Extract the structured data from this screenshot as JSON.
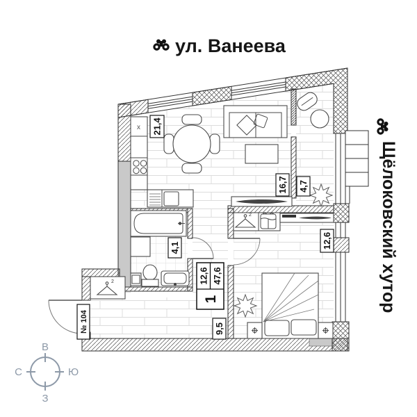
{
  "header": {
    "street": "ул. Ванеева",
    "icon": "binoculars-icon"
  },
  "landmark": {
    "name": "Щёлоковский хутор",
    "icon": "binoculars-icon"
  },
  "rooms": {
    "kitchen_living": "21,4",
    "living": "16,7",
    "loggia": "4,7",
    "bathroom": "4,1",
    "bedroom": "12,6",
    "hallway": "9,5"
  },
  "stamp": {
    "rooms_count": "1",
    "living_area": "12,6",
    "total_area": "47,6"
  },
  "entrance": {
    "apartment_number": "№ 104"
  },
  "compass": {
    "top": "В",
    "right": "Ю",
    "bottom": "З",
    "left": "С"
  },
  "marks": {
    "kitchen_sink": "x",
    "hallway_hanger": "2",
    "bedroom_hanger": "2"
  },
  "colors": {
    "ink": "#161616",
    "wall_gray": "#c9c9c9",
    "floor_line": "#dcdcdc",
    "compass": "#8d99a8",
    "furniture_line": "#4a4a4a"
  }
}
